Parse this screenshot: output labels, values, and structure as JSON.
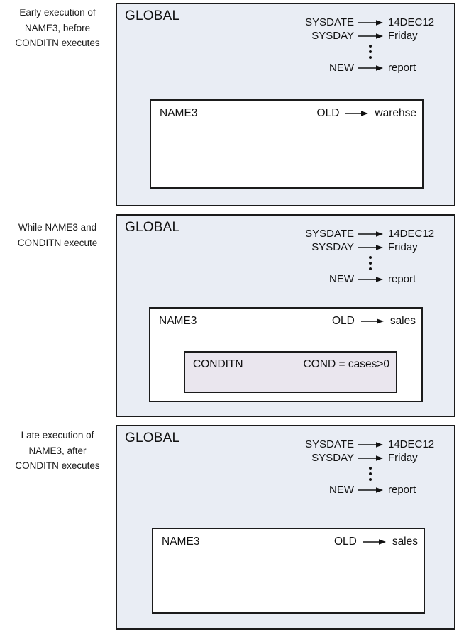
{
  "colors": {
    "global_fill": "#e9edf4",
    "conditn_fill": "#eae6ee",
    "border": "#1b1b1b",
    "text": "#111111"
  },
  "panels": [
    {
      "caption_lines": [
        "Early execution of",
        "NAME3, before",
        "CONDITN executes"
      ],
      "global": {
        "title": "GLOBAL",
        "vars": [
          {
            "name": "SYSDATE",
            "value": "14DEC12"
          },
          {
            "name": "SYSDAY",
            "value": "Friday"
          },
          {
            "name": "NEW",
            "value": "report"
          }
        ]
      },
      "name3": {
        "title": "NAME3",
        "var": {
          "name": "OLD",
          "value": "warehse"
        }
      }
    },
    {
      "caption_lines": [
        "While NAME3 and",
        "CONDITN execute"
      ],
      "global": {
        "title": "GLOBAL",
        "vars": [
          {
            "name": "SYSDATE",
            "value": "14DEC12"
          },
          {
            "name": "SYSDAY",
            "value": "Friday"
          },
          {
            "name": "NEW",
            "value": "report"
          }
        ]
      },
      "name3": {
        "title": "NAME3",
        "var": {
          "name": "OLD",
          "value": "sales"
        }
      },
      "conditn": {
        "title": "CONDITN",
        "binding": "COND = cases>0"
      }
    },
    {
      "caption_lines": [
        "Late execution of",
        "NAME3, after",
        "CONDITN executes"
      ],
      "global": {
        "title": "GLOBAL",
        "vars": [
          {
            "name": "SYSDATE",
            "value": "14DEC12"
          },
          {
            "name": "SYSDAY",
            "value": "Friday"
          },
          {
            "name": "NEW",
            "value": "report"
          }
        ]
      },
      "name3": {
        "title": "NAME3",
        "var": {
          "name": "OLD",
          "value": "sales"
        }
      }
    }
  ]
}
